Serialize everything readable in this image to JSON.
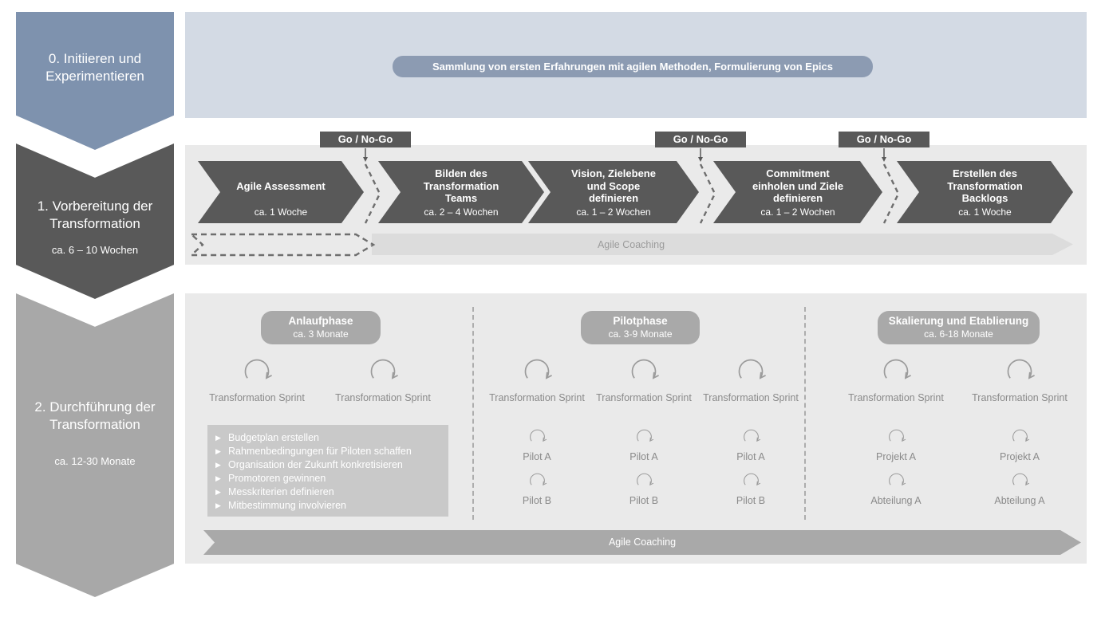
{
  "colors": {
    "phase0_blue": "#7E92AE",
    "top_band_blue": "#D3DAE4",
    "banner_pill_blue": "#8C9BB2",
    "dark_gray": "#595959",
    "panel_gray": "#EAEAEA",
    "mid_gray": "#A9A9A9",
    "coaching_band_light": "#DCDCDC",
    "bullet_box_gray": "#C9C9C9"
  },
  "icons": {
    "bullet": "▶"
  },
  "sidebar": {
    "phases": [
      {
        "label": "0. Initiieren und Experimentieren",
        "duration": ""
      },
      {
        "label": "1. Vorbereitung der Transformation",
        "duration": "ca. 6 – 10 Wochen"
      },
      {
        "label": "2. Durchführung der Transformation",
        "duration": "ca. 12-30 Monate"
      }
    ]
  },
  "phase0": {
    "banner": "Sammlung von ersten Erfahrungen mit agilen Methoden, Formulierung von Epics"
  },
  "phase1": {
    "gate_label": "Go / No-Go",
    "steps": [
      {
        "title": "Agile Assessment",
        "duration": "ca. 1 Woche"
      },
      {
        "title": "Bilden des Transformation Teams",
        "duration": "ca. 2 – 4 Wochen"
      },
      {
        "title": "Vision, Zielebene und Scope definieren",
        "duration": "ca. 1 – 2 Wochen"
      },
      {
        "title": "Commitment einholen und Ziele definieren",
        "duration": "ca. 1 – 2 Wochen"
      },
      {
        "title": "Erstellen des Transformation Backlogs",
        "duration": "ca. 1 Woche"
      }
    ],
    "coaching_label": "Agile Coaching"
  },
  "phase2": {
    "subphases": [
      {
        "name": "Anlaufphase",
        "duration": "ca. 3 Monate",
        "sprints": [
          "Transformation Sprint",
          "Transformation Sprint"
        ],
        "bullets": [
          "Budgetplan erstellen",
          "Rahmenbedingungen für Piloten schaffen",
          "Organisation der Zukunft konkretisieren",
          "Promotoren gewinnen",
          "Messkriterien definieren",
          "Mitbestimmung involvieren"
        ]
      },
      {
        "name": "Pilotphase",
        "duration": "ca. 3-9 Monate",
        "sprints": [
          "Transformation Sprint",
          "Transformation Sprint",
          "Transformation Sprint"
        ],
        "iteration_rows": [
          [
            "Pilot A",
            "Pilot A",
            "Pilot A"
          ],
          [
            "Pilot B",
            "Pilot B",
            "Pilot B"
          ]
        ]
      },
      {
        "name": "Skalierung und Etablierung",
        "duration": "ca. 6-18 Monate",
        "sprints": [
          "Transformation Sprint",
          "Transformation Sprint"
        ],
        "iteration_rows": [
          [
            "Projekt A",
            "Projekt A"
          ],
          [
            "Abteilung A",
            "Abteilung A"
          ]
        ]
      }
    ],
    "coaching_label": "Agile Coaching"
  }
}
